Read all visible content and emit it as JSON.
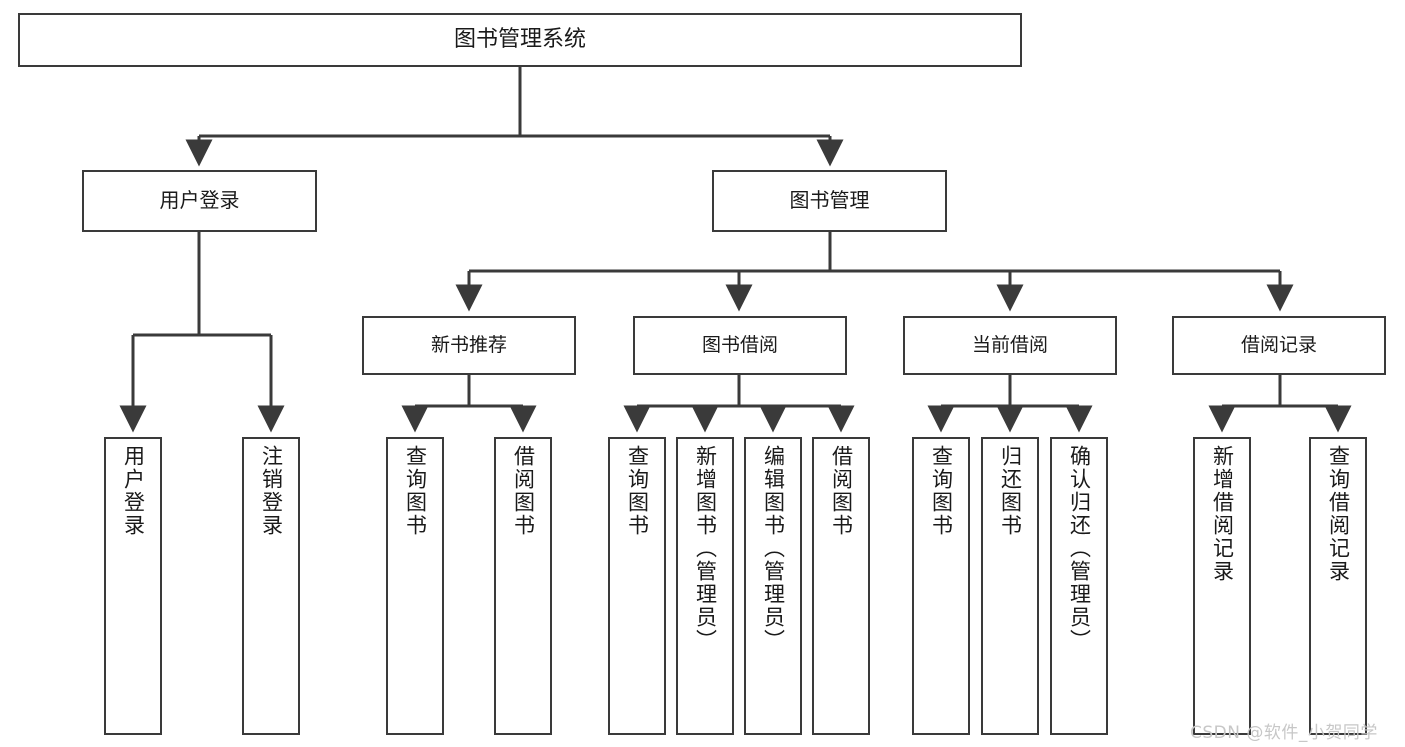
{
  "diagram": {
    "title": "图书管理系统",
    "type": "hierarchy-tree",
    "root": {
      "label": "图书管理系统"
    },
    "level2": [
      {
        "label": "用户登录"
      },
      {
        "label": "图书管理"
      }
    ],
    "level3": [
      {
        "label": "新书推荐"
      },
      {
        "label": "图书借阅"
      },
      {
        "label": "当前借阅"
      },
      {
        "label": "借阅记录"
      }
    ],
    "leaves": {
      "user_login": [
        {
          "label": "用户登录"
        },
        {
          "label": "注销登录"
        }
      ],
      "new_book_recommend": [
        {
          "label": "查询图书"
        },
        {
          "label": "借阅图书"
        }
      ],
      "book_borrow": [
        {
          "label": "查询图书"
        },
        {
          "label": "新增图书（管理员）"
        },
        {
          "label": "编辑图书（管理员）"
        },
        {
          "label": "借阅图书"
        }
      ],
      "current_borrow": [
        {
          "label": "查询图书"
        },
        {
          "label": "归还图书"
        },
        {
          "label": "确认归还（管理员）"
        }
      ],
      "borrow_record": [
        {
          "label": "新增借阅记录"
        },
        {
          "label": "查询借阅记录"
        }
      ]
    }
  },
  "watermark": {
    "text": "CSDN @软件_小贺同学"
  },
  "colors": {
    "stroke": "#3a3a3a",
    "background": "#ffffff",
    "text": "#1a1a1a",
    "watermark": "#c7c7c7"
  }
}
